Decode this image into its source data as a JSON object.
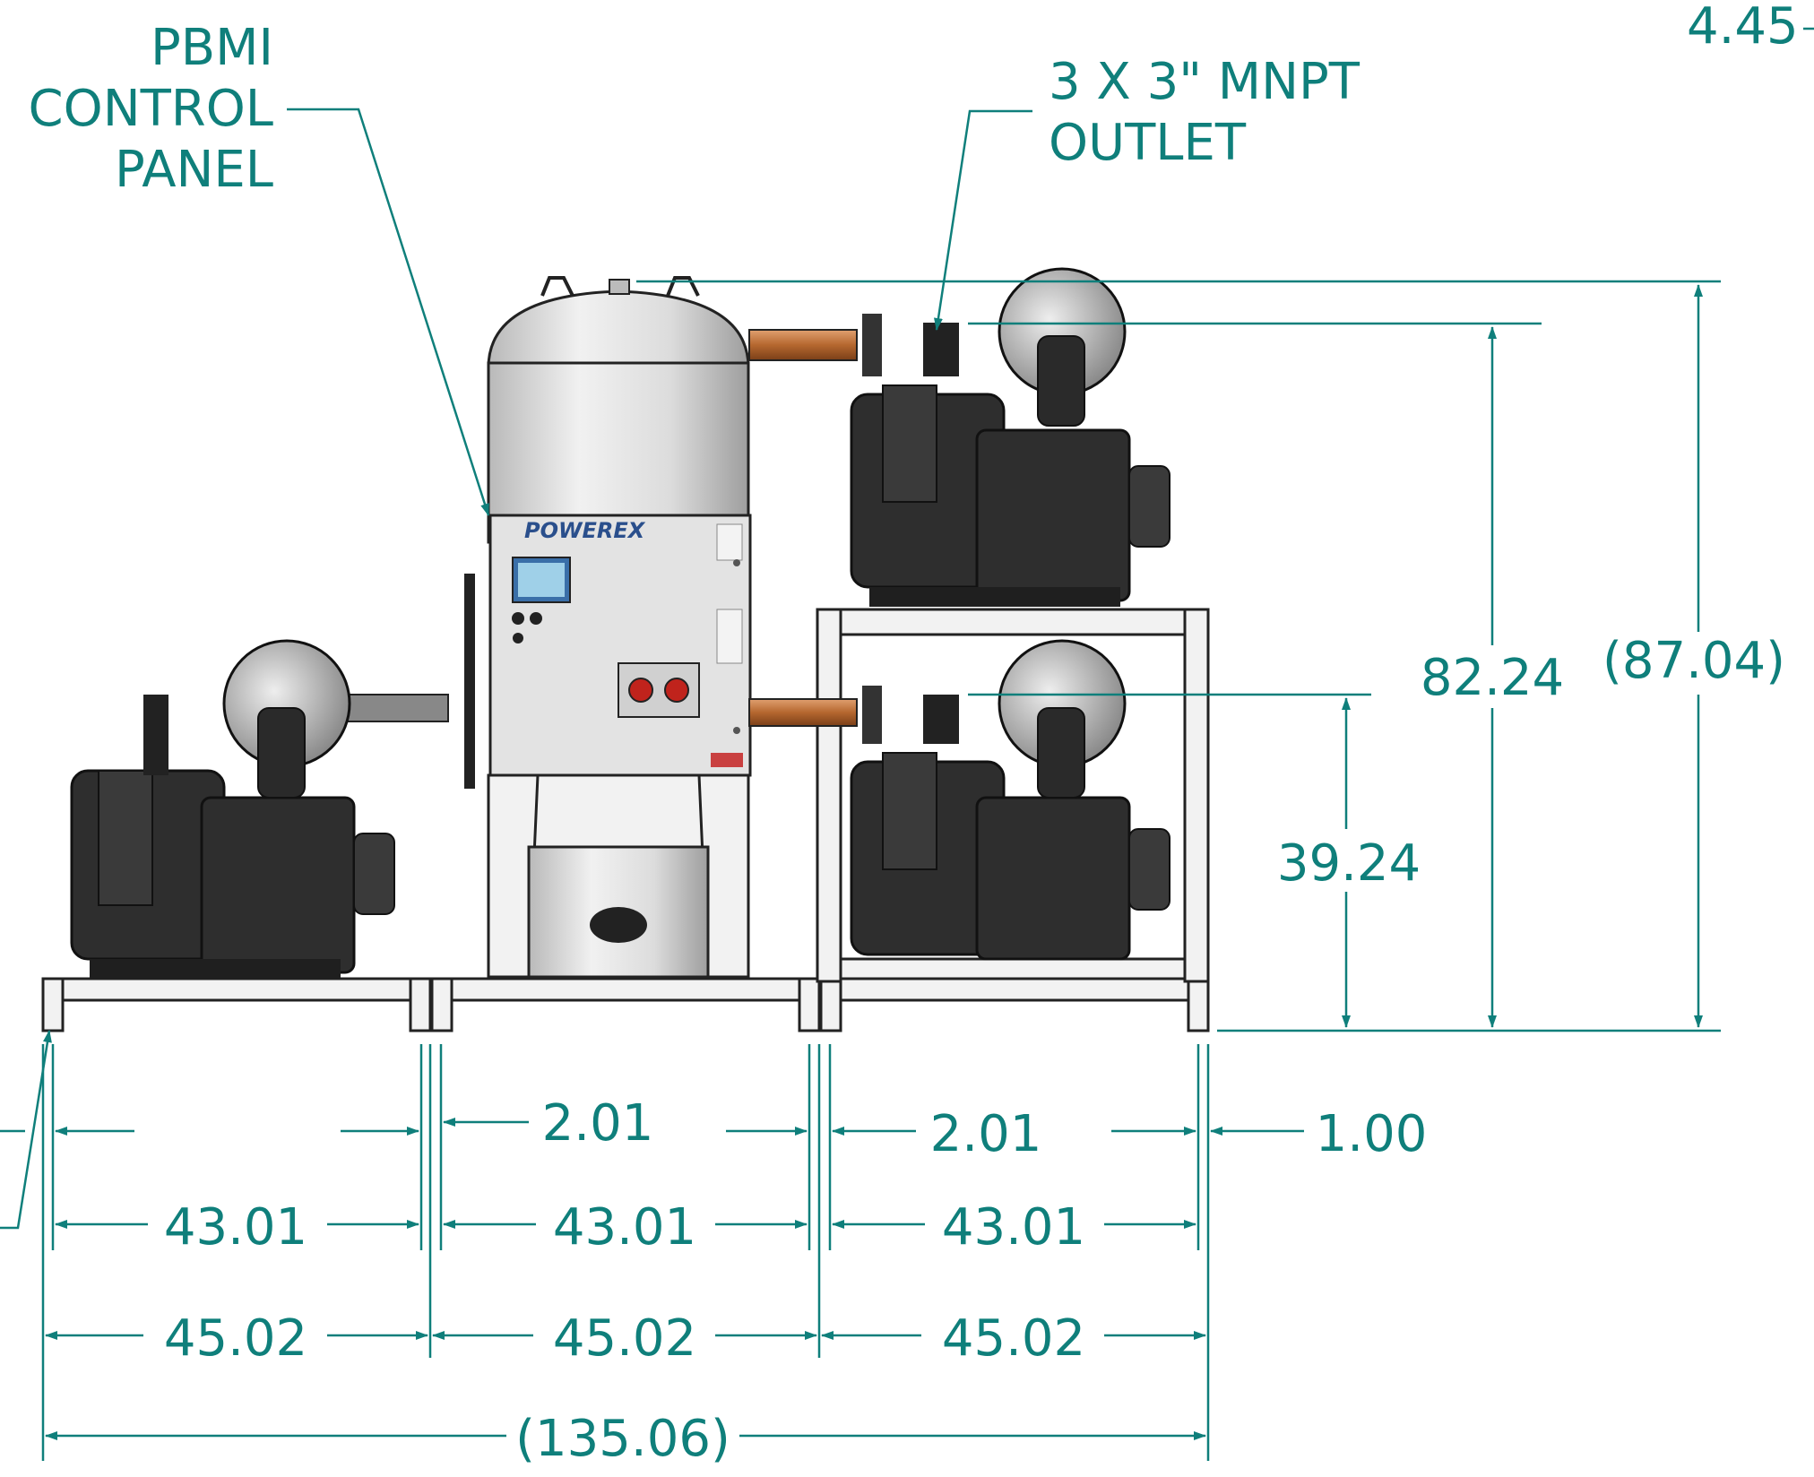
{
  "colors": {
    "dimension": "#0f7f7b",
    "equipment_dark": "#2b2b2b",
    "frame": "#f2f2f2",
    "tank": "#dcdcdc",
    "copper": "#c47a44"
  },
  "callouts": {
    "control_panel": [
      "PBMI",
      "CONTROL",
      "PANEL"
    ],
    "outlet": [
      "3 X 3\" MNPT",
      "OUTLET"
    ]
  },
  "panel": {
    "brand": "POWEREX"
  },
  "dimensions": {
    "top_right": "4.45",
    "height_outlet_top": "82.24",
    "height_overall": "(87.04)",
    "height_outlet_lower": "39.24",
    "gap_1": "2.01",
    "gap_2": "2.01",
    "end_gap": "1.00",
    "frame_inner": [
      "43.01",
      "43.01",
      "43.01"
    ],
    "frame_outer": [
      "45.02",
      "45.02",
      "45.02"
    ],
    "overall_width": "(135.06)"
  }
}
